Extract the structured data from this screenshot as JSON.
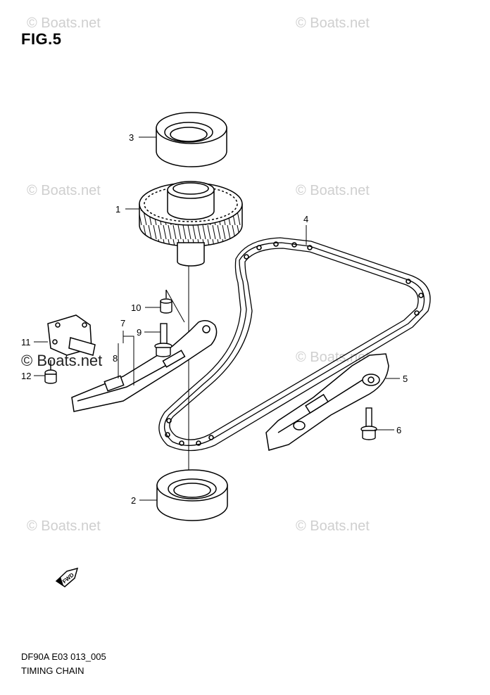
{
  "figure": {
    "title": "FIG.5"
  },
  "watermark": "© Boats.net",
  "callouts": [
    {
      "id": "1",
      "label": "1"
    },
    {
      "id": "2",
      "label": "2"
    },
    {
      "id": "3",
      "label": "3"
    },
    {
      "id": "4",
      "label": "4"
    },
    {
      "id": "5",
      "label": "5"
    },
    {
      "id": "6",
      "label": "6"
    },
    {
      "id": "7",
      "label": "7"
    },
    {
      "id": "8",
      "label": "8"
    },
    {
      "id": "9",
      "label": "9"
    },
    {
      "id": "10",
      "label": "10"
    },
    {
      "id": "11",
      "label": "11"
    },
    {
      "id": "12",
      "label": "12"
    }
  ],
  "fwd_label": "FWD",
  "footer": {
    "code": "DF90A E03 013_005",
    "caption": "TIMING CHAIN"
  }
}
